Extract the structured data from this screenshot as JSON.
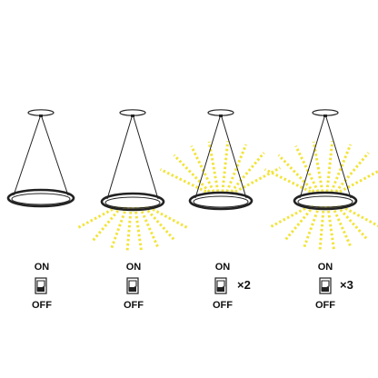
{
  "colors": {
    "line": "#222222",
    "light": "#f2e43c",
    "background": "#ffffff"
  },
  "panels": [
    {
      "id": "p1",
      "on_label": "ON",
      "off_label": "OFF",
      "multiplier": "",
      "rays": "none"
    },
    {
      "id": "p2",
      "on_label": "ON",
      "off_label": "OFF",
      "multiplier": "",
      "rays": "down"
    },
    {
      "id": "p3",
      "on_label": "ON",
      "off_label": "OFF",
      "multiplier": "×2",
      "rays": "up"
    },
    {
      "id": "p4",
      "on_label": "ON",
      "off_label": "OFF",
      "multiplier": "×3",
      "rays": "both"
    }
  ]
}
